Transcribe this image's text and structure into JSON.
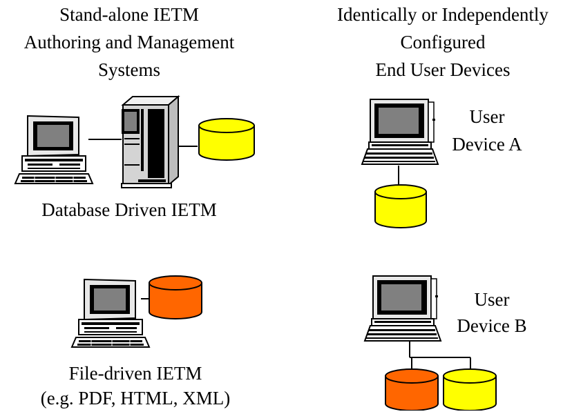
{
  "left_heading": {
    "line1": "Stand-alone IETM",
    "line2": "Authoring and Management",
    "line3": "Systems"
  },
  "right_heading": {
    "line1": "Identically or Independently",
    "line2": "Configured",
    "line3": "End User Devices"
  },
  "database_caption": "Database Driven IETM",
  "file_caption": {
    "line1": "File-driven IETM",
    "line2": "(e.g. PDF, HTML, XML)"
  },
  "device_a": {
    "line1": "User",
    "line2": "Device A"
  },
  "device_b": {
    "line1": "User",
    "line2": "Device B"
  },
  "colors": {
    "database_yellow": "#FFFF00",
    "database_orange": "#FF6600",
    "screen_gray": "#808080",
    "server_light": "#D4D4D4"
  },
  "icons": [
    "desktop-computer-icon",
    "server-tower-icon",
    "laptop-computer-icon",
    "database-cylinder-icon"
  ]
}
